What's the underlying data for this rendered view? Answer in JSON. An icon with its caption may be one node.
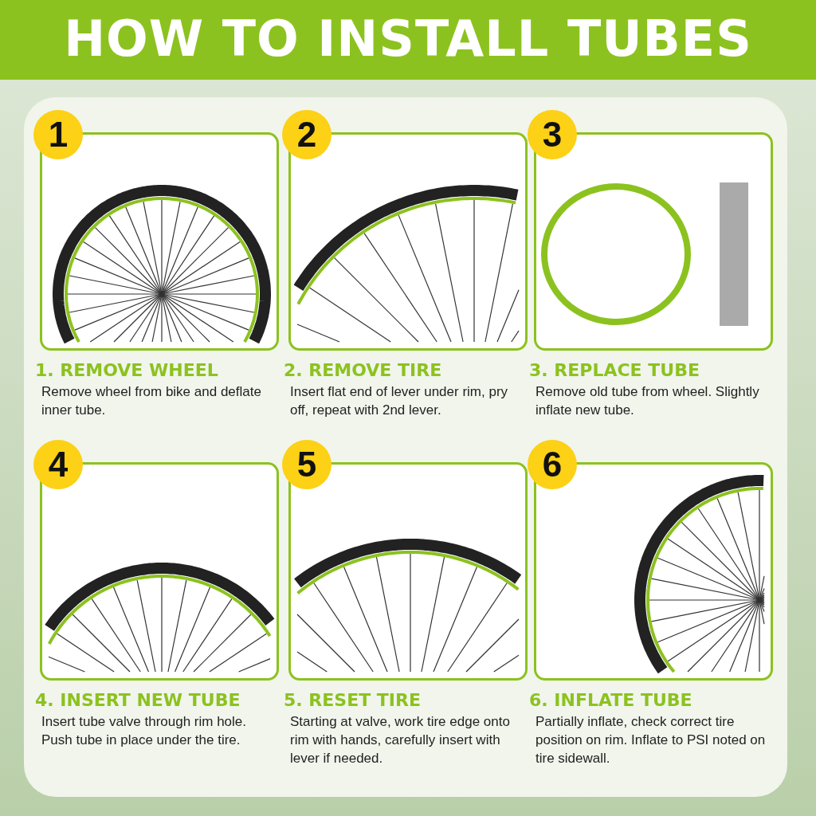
{
  "diagram": {
    "title": "HOW TO INSTALL TUBES",
    "nodes": [
      {
        "text": [
          "1",
          "1. REMOVE WHEEL",
          "Remove wheel from bike and deflate inner tube."
        ]
      },
      {
        "text": [
          "2",
          "2. REMOVE TIRE",
          "Insert flat end of lever under rim, pry off, repeat with 2nd lever."
        ]
      },
      {
        "text": [
          "3",
          "3. REPLACE TUBE",
          "Remove old tube from wheel. Slightly inflate new tube."
        ]
      },
      {
        "text": [
          "4",
          "4. INSERT NEW TUBE",
          "Insert tube valve through rim hole. Push tube in place under the tire."
        ]
      },
      {
        "text": [
          "5",
          "5. RESET TIRE",
          "Starting at valve, work tire edge onto rim with hands, carefully insert with lever if needed."
        ]
      },
      {
        "text": [
          "6",
          "6. INFLATE TUBE",
          "Partially inflate, check correct tire position on rim. Inflate to PSI noted on tire sidewall."
        ]
      }
    ]
  }
}
